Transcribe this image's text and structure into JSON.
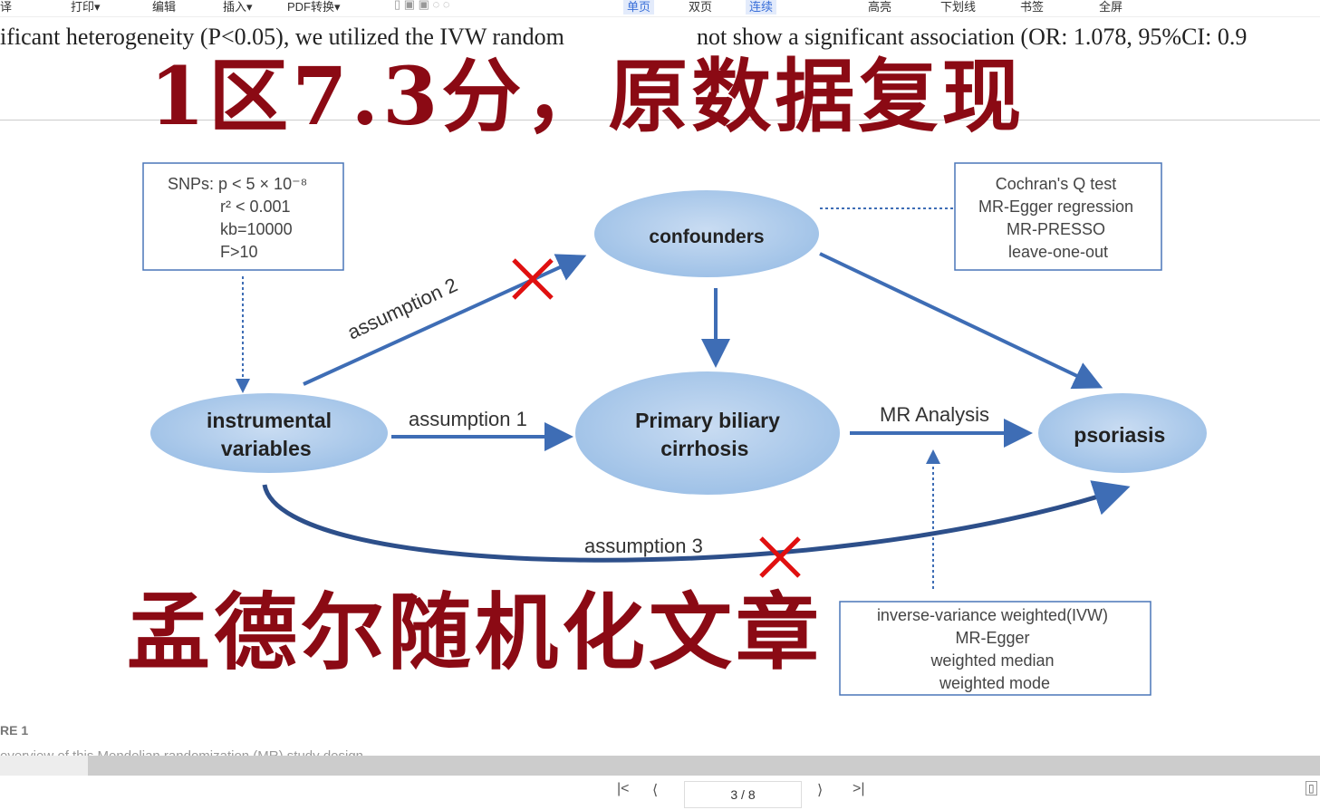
{
  "toolbar": {
    "items": [
      "译",
      "打印▾",
      "编辑",
      "插入▾",
      "PDF转换▾",
      "单页",
      "双页",
      "连续",
      "高亮",
      "下划线",
      "书签",
      "全屏"
    ]
  },
  "doc": {
    "left_line": "ificant heterogeneity (P<0.05), we utilized the IVW random",
    "right_line": "not show a significant association (OR: 1.078, 95%CI: 0.9"
  },
  "diagram": {
    "snp_box": [
      "SNPs: p < 5 × 10⁻⁸",
      "r² < 0.001",
      "kb=10000",
      "F>10"
    ],
    "sens_box": [
      "Cochran's Q test",
      "MR-Egger regression",
      "MR-PRESSO",
      "leave-one-out"
    ],
    "methods_box": [
      "inverse-variance weighted(IVW)",
      "MR-Egger",
      "weighted median",
      "weighted mode"
    ],
    "nodes": {
      "iv": [
        "instrumental",
        "variables"
      ],
      "exposure": [
        "Primary biliary",
        "cirrhosis"
      ],
      "outcome": "psoriasis",
      "confounders": "confounders"
    },
    "labels": {
      "a1": "assumption 1",
      "a2": "assumption 2",
      "a3": "assumption 3",
      "mr": "MR Analysis"
    }
  },
  "overlay": {
    "line1": "1区7.3分，原数据复现",
    "line2": "孟德尔随机化文章"
  },
  "caption": {
    "title": "RE 1",
    "text": "overview of this Mendelian randomization (MR) study design"
  },
  "pager": {
    "page": "3 / 8"
  }
}
